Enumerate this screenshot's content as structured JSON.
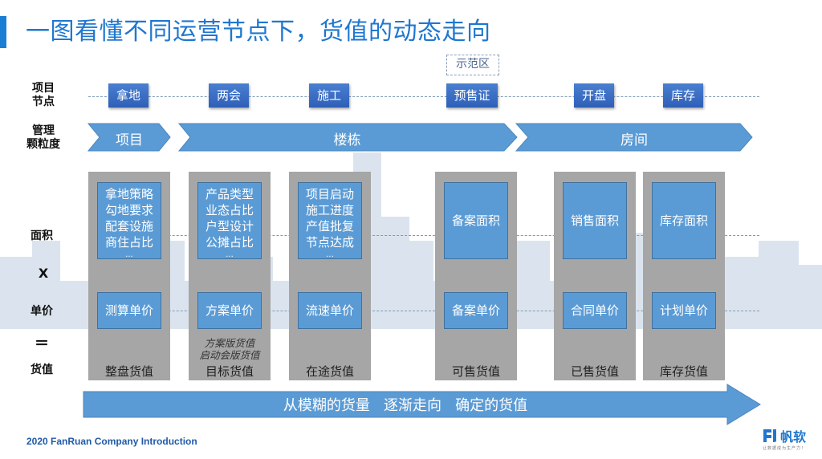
{
  "title": "一图看懂不同运营节点下，货值的动态走向",
  "demo_zone_label": "示范区",
  "row_labels": {
    "nodes": [
      "项目",
      "节点"
    ],
    "granularity": [
      "管理",
      "颗粒度"
    ],
    "area": "面积",
    "times": "X",
    "price": "单价",
    "equals": "＝",
    "value": "货值"
  },
  "nodes": [
    {
      "label": "拿地"
    },
    {
      "label": "两会"
    },
    {
      "label": "施工"
    },
    {
      "label": "预售证"
    },
    {
      "label": "开盘"
    },
    {
      "label": "库存"
    }
  ],
  "granularity_levels": [
    {
      "label": "项目"
    },
    {
      "label": "楼栋"
    },
    {
      "label": "房间"
    }
  ],
  "columns": [
    {
      "area_lines": [
        "拿地策略",
        "勾地要求",
        "配套设施",
        "商住占比",
        "..."
      ],
      "price": "测算单价",
      "notes": [],
      "value": "整盘货值"
    },
    {
      "area_lines": [
        "产品类型",
        "业态占比",
        "户型设计",
        "公摊占比",
        "..."
      ],
      "price": "方案单价",
      "notes": [
        "方案版货值",
        "启动会版货值"
      ],
      "value": "目标货值"
    },
    {
      "area_lines": [
        "项目启动",
        "施工进度",
        "产值批复",
        "节点达成",
        "..."
      ],
      "price": "流速单价",
      "notes": [],
      "value": "在途货值"
    },
    {
      "area_lines": [
        "备案面积"
      ],
      "price": "备案单价",
      "notes": [],
      "value": "可售货值"
    },
    {
      "area_lines": [
        "销售面积"
      ],
      "price": "合同单价",
      "notes": [],
      "value": "已售货值"
    },
    {
      "area_lines": [
        "库存面积"
      ],
      "price": "计划单价",
      "notes": [],
      "value": "库存货值"
    }
  ],
  "bottom_arrow": "从模糊的货量   逐渐走向   确定的货值",
  "footer": "2020 FanRuan Company Introduction",
  "logo": {
    "name": "帆软",
    "tagline": "让数据成为生产力！",
    "color": "#1f77d0"
  },
  "colors": {
    "accent": "#1a7fd4",
    "node": "#2e5fb8",
    "chevron": "#5b9bd5",
    "column": "#a6a6a6"
  }
}
